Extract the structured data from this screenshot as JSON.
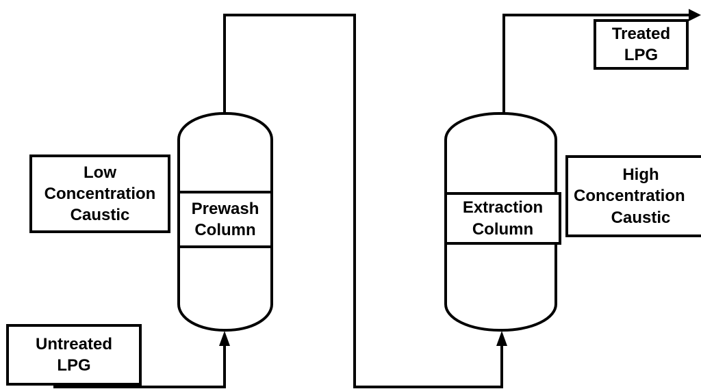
{
  "labels": {
    "treated_lpg": [
      "Treated",
      "LPG"
    ],
    "low_caustic": [
      "Low",
      "Concentration",
      "Caustic"
    ],
    "high_caustic": [
      "High",
      "Concentration",
      "Caustic"
    ],
    "untreated_lpg": [
      "Untreated",
      "LPG"
    ],
    "prewash_column": [
      "Prewash",
      "Column"
    ],
    "extraction_column": [
      "Extraction",
      "Column"
    ]
  },
  "colors": {
    "stroke": "#000000",
    "background": "#ffffff"
  }
}
